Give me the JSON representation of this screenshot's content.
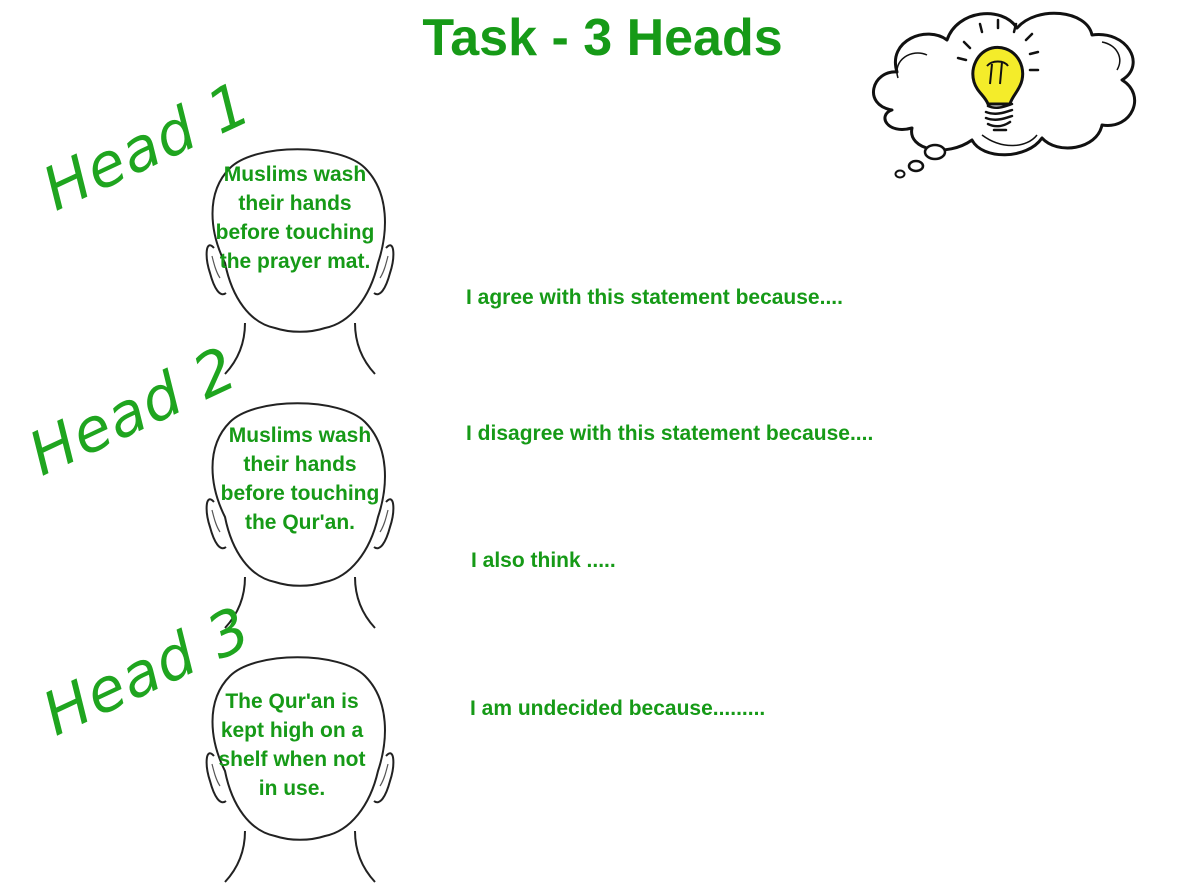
{
  "title": "Task - 3 Heads",
  "heads": [
    {
      "label": "Head 1",
      "statement": "Muslims wash their hands before touching the prayer mat."
    },
    {
      "label": "Head 2",
      "statement": "Muslims wash their hands before touching the Qur'an."
    },
    {
      "label": "Head 3",
      "statement": "The Qur'an is kept high on a shelf when not in use."
    }
  ],
  "prompts": {
    "agree": "I agree with this statement  because....",
    "disagree": "I disagree with this statement because....",
    "also": "I also think .....",
    "undecided": "I am undecided because........."
  },
  "icons": {
    "thought": "thought-bubble-lightbulb-icon"
  },
  "colors": {
    "text_green": "#169a17",
    "bulb_yellow": "#f4ec2a"
  }
}
